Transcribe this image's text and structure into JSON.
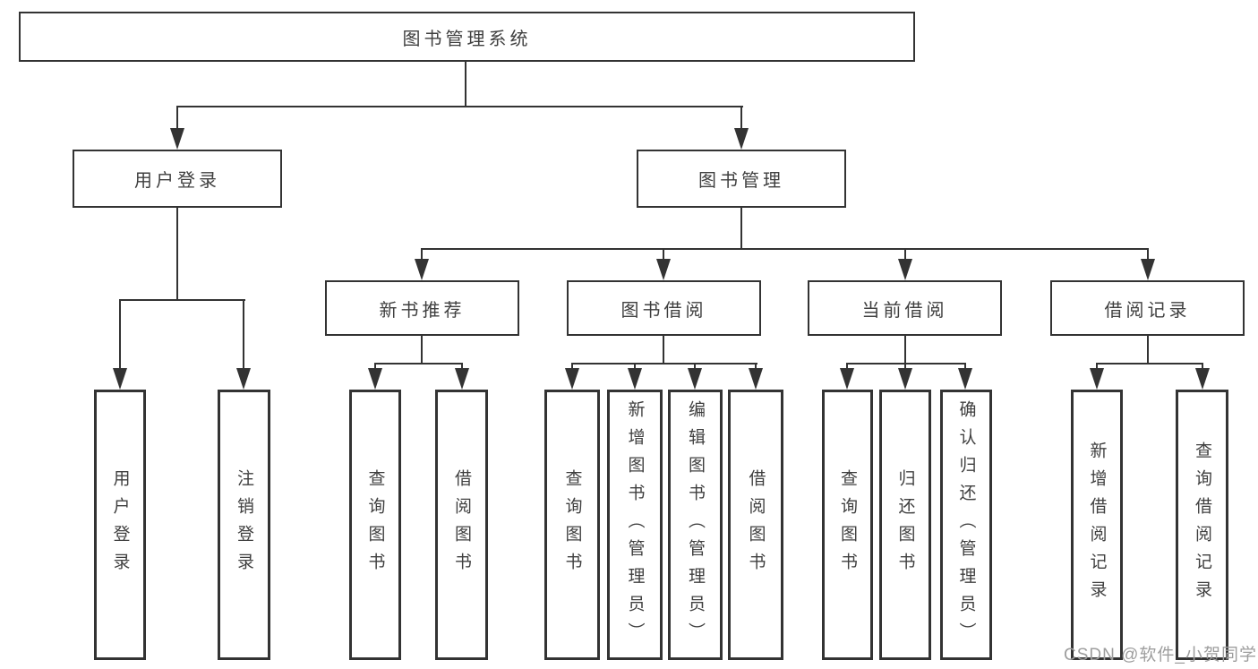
{
  "diagram": {
    "root": {
      "label": "图书管理系统"
    },
    "level2": {
      "user_login": {
        "label": "用户登录"
      },
      "book_mgmt": {
        "label": "图书管理"
      }
    },
    "level3": {
      "new_books": {
        "label": "新书推荐"
      },
      "book_borrow": {
        "label": "图书借阅"
      },
      "current_borrow": {
        "label": "当前借阅"
      },
      "borrow_records": {
        "label": "借阅记录"
      }
    },
    "leaves": {
      "user_login": {
        "login": "用户登录",
        "logout": "注销登录"
      },
      "new_books": {
        "query": "查询图书",
        "borrow": "借阅图书"
      },
      "book_borrow": {
        "query": "查询图书",
        "add": "新增图书（管理员）",
        "edit": "编辑图书（管理员）",
        "borrow": "借阅图书"
      },
      "current_borrow": {
        "query": "查询图书",
        "return": "归还图书",
        "confirm": "确认归还（管理员）"
      },
      "borrow_records": {
        "add": "新增借阅记录",
        "query": "查询借阅记录"
      }
    }
  },
  "watermark": {
    "text": "CSDN @软件_小贺同学"
  },
  "colors": {
    "line": "#333333",
    "text": "#3f3f3f",
    "watermark": "#9e9e9e",
    "background": "#ffffff"
  }
}
